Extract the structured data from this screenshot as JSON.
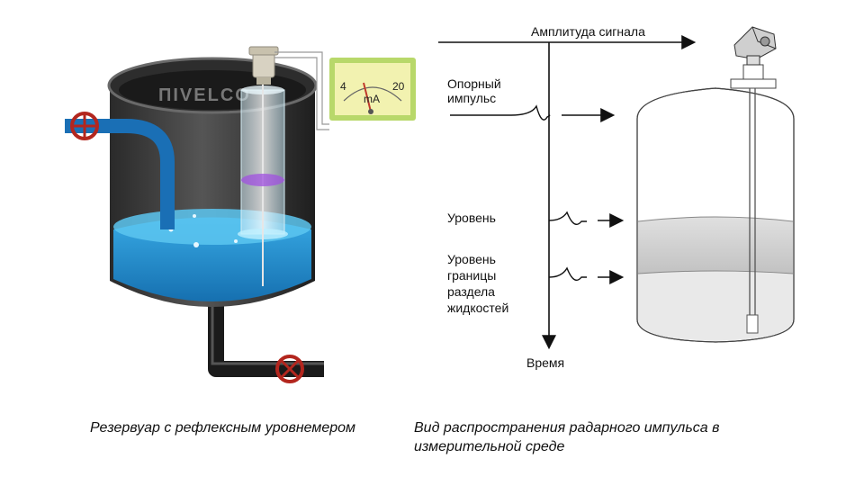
{
  "left": {
    "brand": "ПIVELCO",
    "gauge": {
      "min": "4",
      "max": "20",
      "unit": "mA"
    },
    "caption": "Резервуар с рефлексным уровнемером"
  },
  "right": {
    "axis_top": "Амплитуда сигнала",
    "axis_bottom": "Время",
    "label_ref_1": "Опорный",
    "label_ref_2": "импульс",
    "label_level": "Уровень",
    "label_interface_1": "Уровень",
    "label_interface_2": "границы",
    "label_interface_3": "раздела",
    "label_interface_4": "жидкостей",
    "caption": "Вид распространения радарного импульса в измерительной среде"
  },
  "colors": {
    "tank_dark": "#3a3a3a",
    "liquid_blue": "#1e8fd0",
    "liquid_light": "#5ec4ef",
    "valve_red": "#c0392b",
    "gauge_face": "#f2f2b0",
    "gauge_frame": "#b8d86a",
    "float_purple": "#a050e0",
    "liquid_gray": "#cfcfcf"
  }
}
